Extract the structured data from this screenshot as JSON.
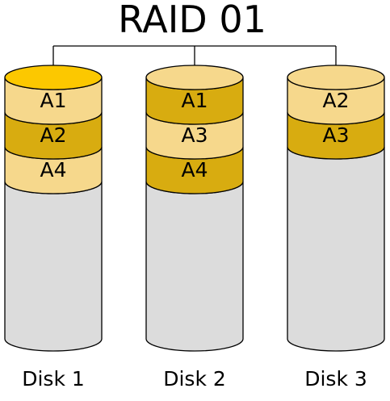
{
  "title": "RAID 01",
  "colors": {
    "light_block": "#f6d88c",
    "dark_block": "#d8ac10",
    "top_cap_disk1": "#fcc800",
    "top_cap_other": "#f6d88c",
    "empty_body": "#dcdcdc",
    "connector": "#000000"
  },
  "disks": [
    {
      "label": "Disk 1",
      "blocks": [
        {
          "label": "A1",
          "shade": "light"
        },
        {
          "label": "A2",
          "shade": "dark"
        },
        {
          "label": "A4",
          "shade": "light"
        }
      ]
    },
    {
      "label": "Disk 2",
      "blocks": [
        {
          "label": "A1",
          "shade": "dark"
        },
        {
          "label": "A3",
          "shade": "light"
        },
        {
          "label": "A4",
          "shade": "dark"
        }
      ]
    },
    {
      "label": "Disk 3",
      "blocks": [
        {
          "label": "A2",
          "shade": "light"
        },
        {
          "label": "A3",
          "shade": "dark"
        }
      ]
    }
  ]
}
